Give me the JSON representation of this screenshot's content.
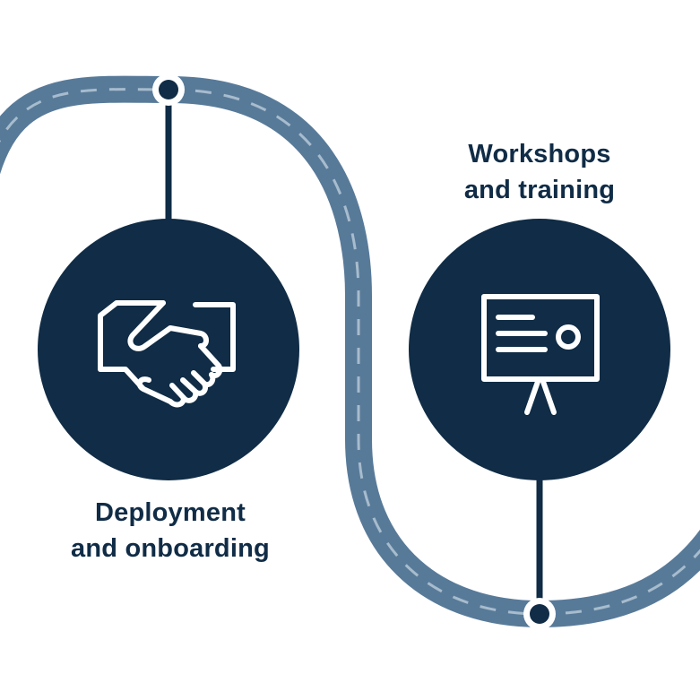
{
  "colors": {
    "road": "#587a99",
    "road_dash": "#a7bccd",
    "node": "#102c46",
    "icon_stroke": "#ffffff",
    "text": "#102c46"
  },
  "steps": [
    {
      "icon": "handshake-icon",
      "label_line1": "Deployment",
      "label_line2": "and onboarding"
    },
    {
      "icon": "presentation-board-icon",
      "label_line1": "Workshops",
      "label_line2": "and training"
    }
  ]
}
